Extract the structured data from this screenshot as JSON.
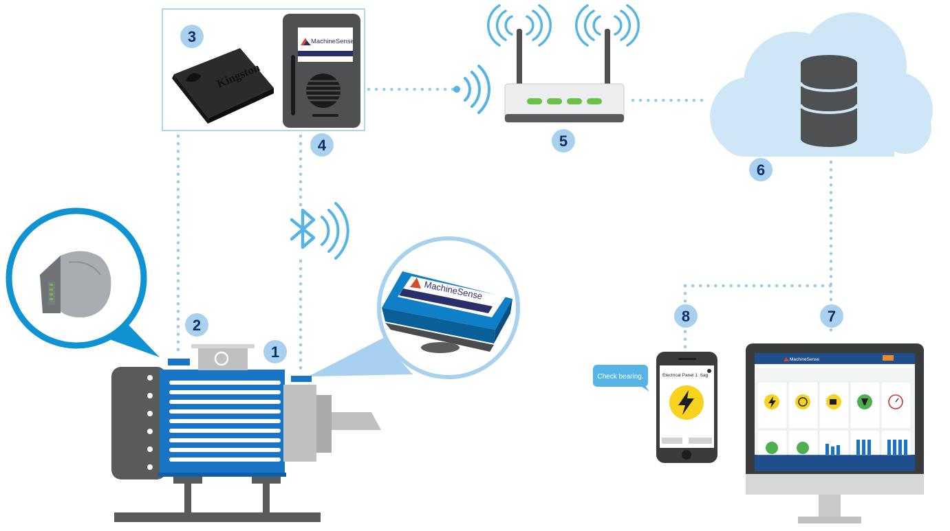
{
  "badges": [
    {
      "id": "1",
      "label": "1"
    },
    {
      "id": "2",
      "label": "2"
    },
    {
      "id": "3",
      "label": "3"
    },
    {
      "id": "4",
      "label": "4"
    },
    {
      "id": "5",
      "label": "5"
    },
    {
      "id": "6",
      "label": "6"
    },
    {
      "id": "7",
      "label": "7"
    },
    {
      "id": "8",
      "label": "8"
    }
  ],
  "storage_brand": "Kingston",
  "gateway_brand": "MachineSense",
  "sensor_brand": "MachineSense",
  "monitor_brand": "MachineSense",
  "chat_message": "Check bearing.",
  "phone": {
    "title": "Electrical Panel 1: Sag"
  },
  "colors": {
    "motor_blue": "#1a74c6",
    "motor_gray": "#595a5c",
    "badge_fill": "#a8d1f0",
    "badge_text": "#0c2f63",
    "link_dots": "#9ccbea",
    "cloud": "#cfe6f6",
    "router_led": "#6cc04a",
    "alert_yellow": "#f7d21f",
    "chat_bubble": "#56b4e5",
    "callout_ring": "#0f93d2"
  },
  "icons": [
    "bluetooth-icon",
    "wifi-waves-icon",
    "lightning-icon",
    "database-icon",
    "cloud-icon"
  ]
}
